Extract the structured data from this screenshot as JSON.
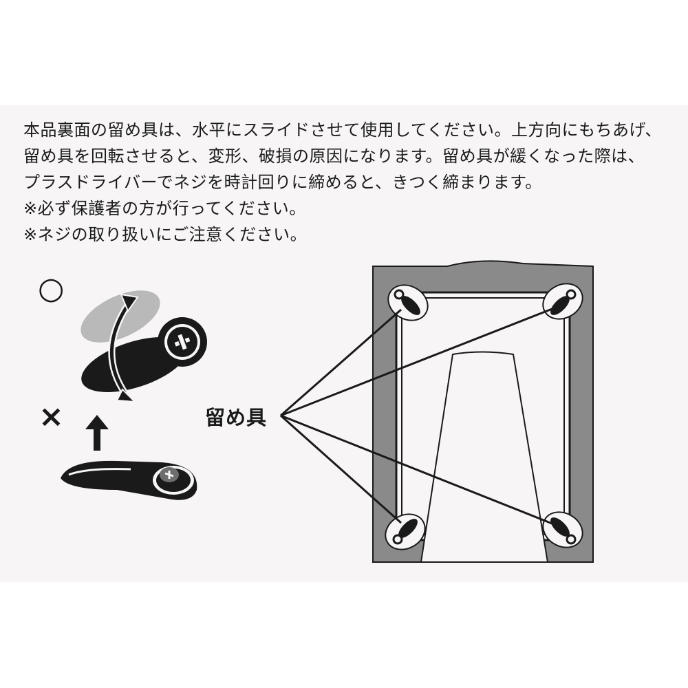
{
  "instructions": {
    "line1": "本品裏面の留め具は、水平にスライドさせて使用してください。上方向にもちあげ、",
    "line2": "留め具を回転させると、変形、破損の原因になります。留め具が緩くなった際は、",
    "line3": "プラスドライバーでネジを時計回りに締めると、きつく締まります。",
    "note1": "※必ず保護者の方が行ってください。",
    "note2": "※ネジの取り扱いにご注意ください。"
  },
  "marks": {
    "correct": "○",
    "wrong": "×"
  },
  "callout": {
    "label": "留め具"
  },
  "icons": [
    "rotate-arrow-icon",
    "up-arrow-icon",
    "screw-icon"
  ],
  "colors": {
    "panel_bg": "#f7f5f6",
    "frame_gray": "#8a8a8a",
    "ink": "#1a1a1a",
    "ghost": "#b9b9b9"
  }
}
